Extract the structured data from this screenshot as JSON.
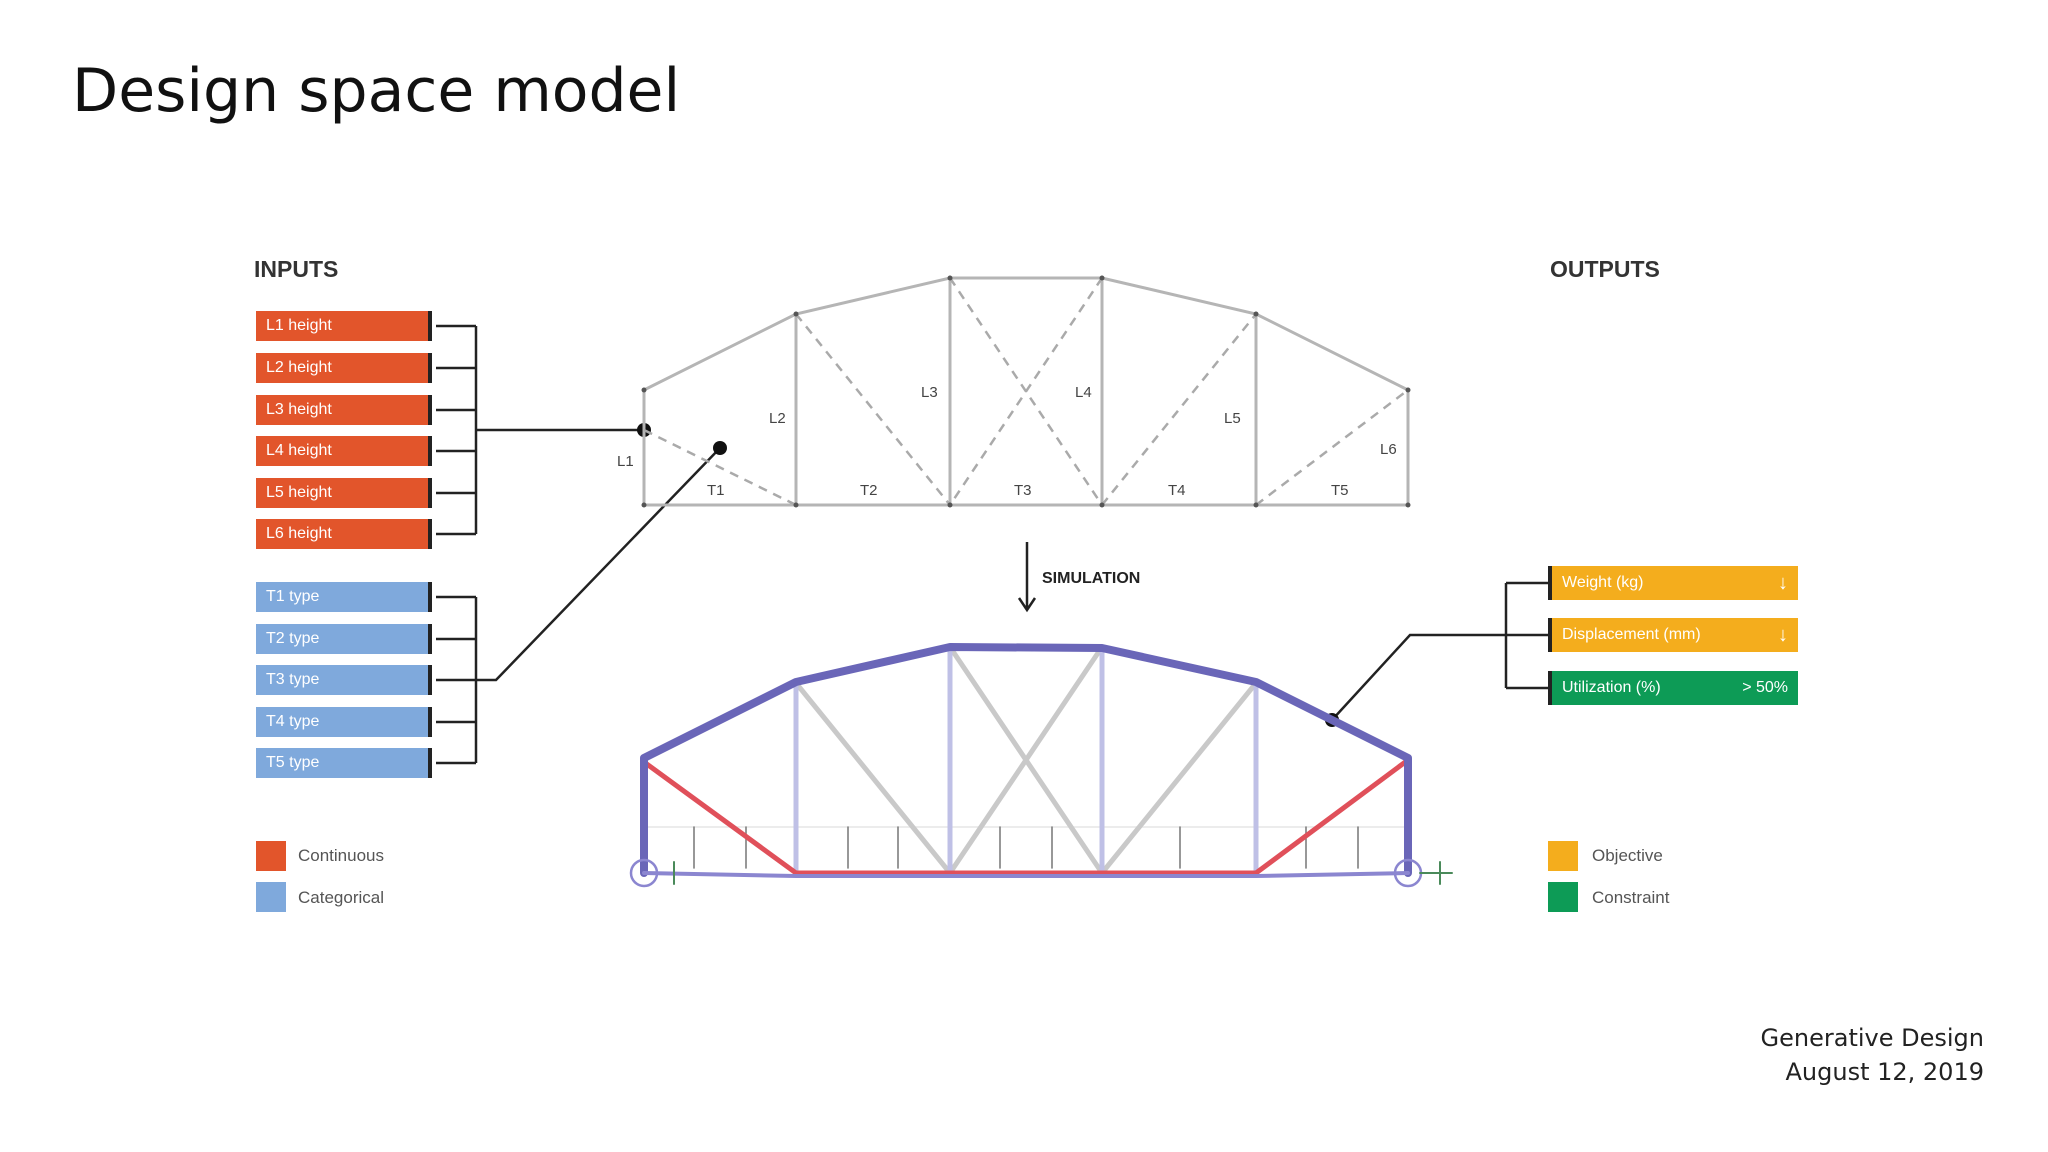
{
  "slide": {
    "title": "Design space model",
    "footer_line1": "Generative Design",
    "footer_line2": "August 12, 2019"
  },
  "inputs": {
    "heading": "INPUTS",
    "continuous": [
      "L1 height",
      "L2 height",
      "L3 height",
      "L4 height",
      "L5 height",
      "L6 height"
    ],
    "categorical": [
      "T1 type",
      "T2 type",
      "T3 type",
      "T4 type",
      "T5 type"
    ]
  },
  "outputs": {
    "heading": "OUTPUTS",
    "items": [
      {
        "label": "Weight (kg)",
        "marker": "↓",
        "kind": "objective"
      },
      {
        "label": "Displacement (mm)",
        "marker": "↓",
        "kind": "objective"
      },
      {
        "label": "Utilization (%)",
        "marker": "> 50%",
        "kind": "constraint"
      }
    ]
  },
  "truss": {
    "panel_labels": [
      "T1",
      "T2",
      "T3",
      "T4",
      "T5"
    ],
    "height_labels": [
      "L1",
      "L2",
      "L3",
      "L4",
      "L5",
      "L6"
    ]
  },
  "simulation_label": "SIMULATION",
  "legend_left": [
    {
      "label": "Continuous",
      "color": "#e2552b"
    },
    {
      "label": "Categorical",
      "color": "#7fa9dc"
    }
  ],
  "legend_right": [
    {
      "label": "Objective",
      "color": "#f4ad1d"
    },
    {
      "label": "Constraint",
      "color": "#0d9b56"
    }
  ],
  "colors": {
    "continuous": "#e2552b",
    "categorical": "#7fa9dc",
    "objective": "#f4ad1d",
    "constraint": "#0d9b56",
    "tension": "#e0505a",
    "compression": "#6a66b8"
  }
}
